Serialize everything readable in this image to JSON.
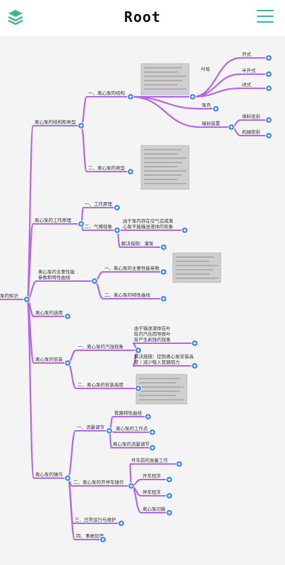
{
  "header": {
    "title": "Root",
    "menu_icon": "layers-icon",
    "hamburger_icon": "hamburger-menu-icon",
    "accent_color": "#3bb59a"
  },
  "colors": {
    "branch": "#b366e6",
    "expand_button": "#2b7de9",
    "canvas_bg": "#f4f4f4"
  },
  "mindmap": {
    "root": "泵的知识",
    "branches": [
      {
        "label": "离心泵的结构和类型",
        "children": [
          {
            "label": "一、离心泵的结构",
            "children": [
              {
                "label": "叶轮",
                "children": [
                  {
                    "label": "开式"
                  },
                  {
                    "label": "半开式"
                  },
                  {
                    "label": "闭式"
                  }
                ]
              },
              {
                "label": "泵壳"
              },
              {
                "label": "轴封装置",
                "children": [
                  {
                    "label": "填料密封"
                  },
                  {
                    "label": "机械密封"
                  }
                ]
              }
            ]
          },
          {
            "label": "二、离心泵的类型"
          }
        ]
      },
      {
        "label": "离心泵的工作原理",
        "children": [
          {
            "label": "一、工作原理"
          },
          {
            "label": "二、气缚现象",
            "children": [
              {
                "label": "由于泵内存在空气造成离心泵不能输送液体的现象"
              },
              {
                "label": "解决措施：灌泵"
              }
            ]
          }
        ]
      },
      {
        "label": "离心泵的主要性能参数和特性曲线",
        "children": [
          {
            "label": "一、离心泵的主要性能参数"
          },
          {
            "label": "二、离心泵的特性曲线"
          }
        ]
      },
      {
        "label": "离心泵的选用"
      },
      {
        "label": "离心泵的安装",
        "children": [
          {
            "label": "一、离心泵的汽蚀现象",
            "children": [
              {
                "label": "由于输送液体在叶轮内汽化而导致叶轮产生剥蚀的现象"
              },
              {
                "label": "解决措施：控制离心泵安装高度 / 减少吸入管路阻力"
              }
            ]
          },
          {
            "label": "二、离心泵的安装高度"
          }
        ]
      },
      {
        "label": "离心泵的操作",
        "children": [
          {
            "label": "一、流量调节",
            "children": [
              {
                "label": "管路特性曲线"
              },
              {
                "label": "离心泵的工作点"
              },
              {
                "label": "离心泵的流量调节"
              }
            ]
          },
          {
            "label": "二、离心泵的开停车操作",
            "children": [
              {
                "label": "开车前的准备工作"
              },
              {
                "label": "开车程序"
              },
              {
                "label": "停车程序"
              },
              {
                "label": "离心泵切换"
              }
            ]
          },
          {
            "label": "三、日常运行与维护"
          },
          {
            "label": "四、事故处理"
          }
        ]
      }
    ]
  }
}
